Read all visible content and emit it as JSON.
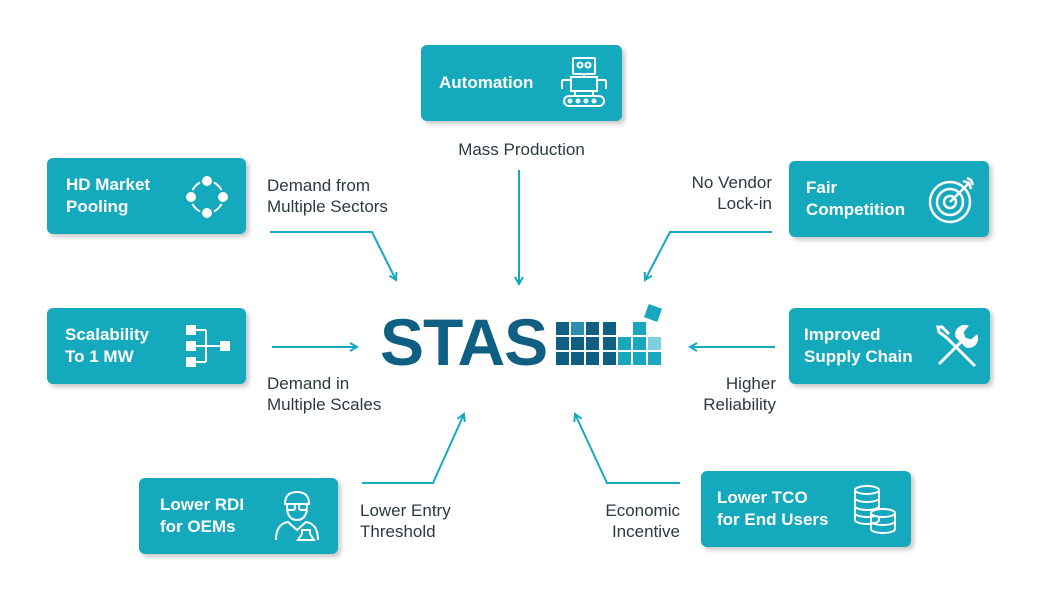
{
  "boxes": {
    "automation": "Automation",
    "hd_market": "HD Market\nPooling",
    "fair": "Fair\nCompetition",
    "scalability": "Scalability\nTo 1 MW",
    "supply": "Improved\nSupply Chain",
    "lower_rdi": "Lower RDI\nfor OEMs",
    "lower_tco": "Lower TCO\nfor End Users"
  },
  "captions": {
    "mass_production": "Mass Production",
    "demand_sectors": "Demand from\nMultiple Sectors",
    "no_vendor": "No Vendor\nLock-in",
    "demand_scales": "Demand in\nMultiple Scales",
    "higher_reliability": "Higher\nReliability",
    "lower_entry": "Lower Entry\nThreshold",
    "economic_incentive": "Economic\nIncentive"
  },
  "logo": {
    "text": "STAS"
  },
  "colors": {
    "box": "#14a9bd",
    "arrow": "#14a9bd",
    "logo_dark": "#0f5f83",
    "logo_light": "#19a7bd"
  },
  "icons": [
    "robot-icon",
    "network-pool-icon",
    "target-icon",
    "flow-diagram-icon",
    "tools-icon",
    "scientist-icon",
    "coin-stack-icon"
  ]
}
